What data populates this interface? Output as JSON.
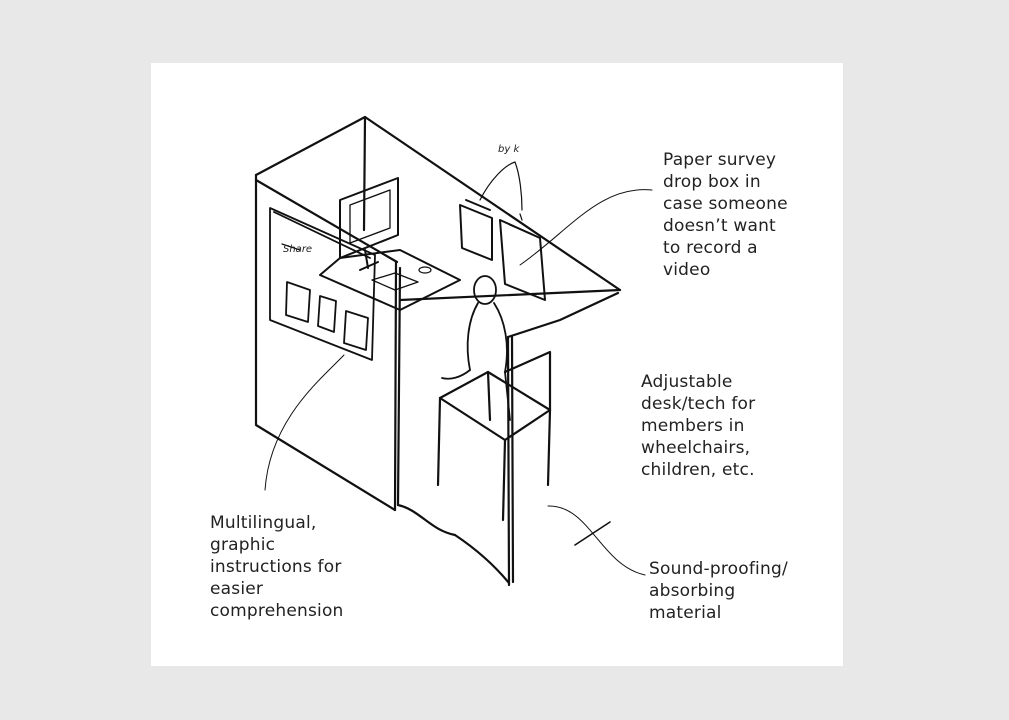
{
  "annotations": {
    "drop_box": "Paper survey\ndrop box in\ncase someone\ndoesn’t want\nto record a\nvideo",
    "adjustable_desk": "Adjustable\ndesk/tech for\nmembers in\nwheelchairs,\nchildren, etc.",
    "instructions": "Multilingual,\ngraphic\ninstructions for\neasier\ncomprehension",
    "sound_proofing": "Sound-proofing/\nabsorbing\nmaterial"
  },
  "sketch_scribbles": {
    "wall_scribble": "Share",
    "box_scribble": "by k"
  }
}
